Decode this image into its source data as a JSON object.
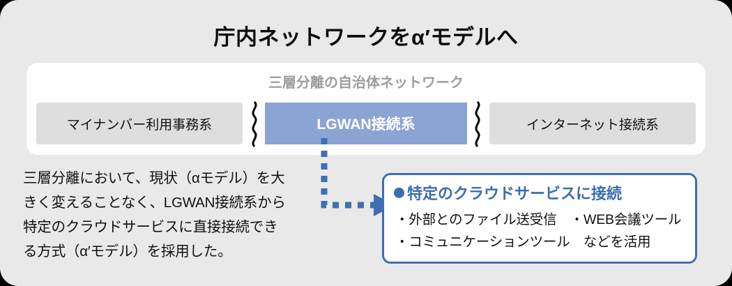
{
  "title": "庁内ネットワークをα′モデルへ",
  "network_panel": {
    "heading": "三層分離の自治体ネットワーク",
    "zones": [
      {
        "label": "マイナンバー利用事務系",
        "kind": "plain"
      },
      {
        "label": "LGWAN接続系",
        "kind": "highlight"
      },
      {
        "label": "インターネット接続系",
        "kind": "plain"
      }
    ],
    "separator_icon": "wavy-divider-icon"
  },
  "description": {
    "lines": [
      "三層分離において、現状（αモデル）を大",
      "きく変えることなく、LGWAN接続系から",
      "特定のクラウドサービスに直接接続でき",
      "る方式（α′モデル）を採用した。"
    ]
  },
  "connector": {
    "icon": "dotted-arrow-icon",
    "color": "#3f6fb0"
  },
  "callout": {
    "heading": "特定のクラウドサービスに接続",
    "bullet_icon": "filled-circle-icon",
    "lines": [
      "・外部とのファイル送受信　・WEB会議ツール",
      "・コミュニケーションツール　などを活用"
    ]
  },
  "colors": {
    "page_background": "#000000",
    "card_background": "#e9e9e9",
    "panel_background": "#ffffff",
    "zone_plain": "#dedede",
    "zone_highlight": "#8ca4d4",
    "heading_gray": "#9d9d9d",
    "accent_blue": "#3c6db0",
    "text_dark": "#111111"
  }
}
